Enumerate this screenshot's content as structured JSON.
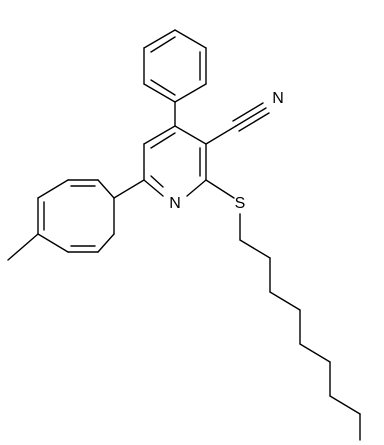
{
  "atoms": {
    "nitrogen_label": "N",
    "sulfur_label": "S",
    "nitrile_label": "N"
  },
  "colors": {
    "bond": "#000000",
    "background": "#ffffff"
  }
}
